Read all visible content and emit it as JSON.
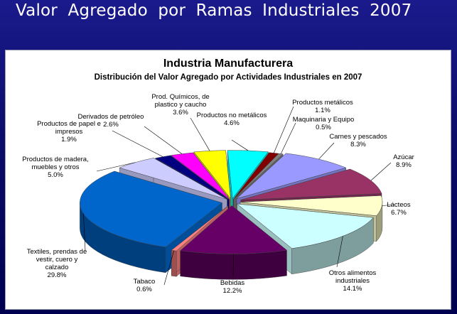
{
  "slide": {
    "title": "Valor  Agregado  por  Ramas  Industriales   2007"
  },
  "chart_data": {
    "type": "pie",
    "title": "Industria Manufacturera",
    "subtitle": "Distribución del Valor Agregado por Actividades Industriales en 2007",
    "slices": [
      {
        "name": "Productos no metálicos",
        "value": 4.6,
        "value_label": "4.6%",
        "color": "#00ffff"
      },
      {
        "name": "Productos metálicos",
        "value": 1.1,
        "value_label": "1.1%",
        "color": "#800000"
      },
      {
        "name": "Maquinaria y Equipo",
        "value": 0.5,
        "value_label": "0.5%",
        "color": "#808080"
      },
      {
        "name": "Carnes y pescados",
        "value": 8.3,
        "value_label": "8.3%",
        "color": "#9999ff"
      },
      {
        "name": "Azúcar",
        "value": 8.9,
        "value_label": "8.9%",
        "color": "#993366"
      },
      {
        "name": "Lácteos",
        "value": 6.7,
        "value_label": "6.7%",
        "color": "#ffffcc"
      },
      {
        "name": "Otros alimentos industriales",
        "value": 14.1,
        "value_label": "14.1%",
        "color": "#ccffff"
      },
      {
        "name": "Bebidas",
        "value": 12.2,
        "value_label": "12.2%",
        "color": "#660066"
      },
      {
        "name": "Tabaco",
        "value": 0.6,
        "value_label": "0.6%",
        "color": "#ff8080"
      },
      {
        "name": "Textiles, prendas de vestir, cuero y calzado",
        "value": 29.8,
        "value_label": "29.8%",
        "color": "#0066cc"
      },
      {
        "name": "Productos de madera, muebles y otros",
        "value": 5.0,
        "value_label": "5.0%",
        "color": "#ccccff"
      },
      {
        "name": "Productos de papel e impresos",
        "value": 1.9,
        "value_label": "1.9%",
        "color": "#000080"
      },
      {
        "name": "Derivados de petróleo",
        "value": 2.6,
        "value_label": "2.6%",
        "color": "#ff00ff"
      },
      {
        "name": "Prod. Químicos, de plastico  y caucho",
        "value": 3.6,
        "value_label": "3.6%",
        "color": "#ffff00"
      }
    ]
  }
}
